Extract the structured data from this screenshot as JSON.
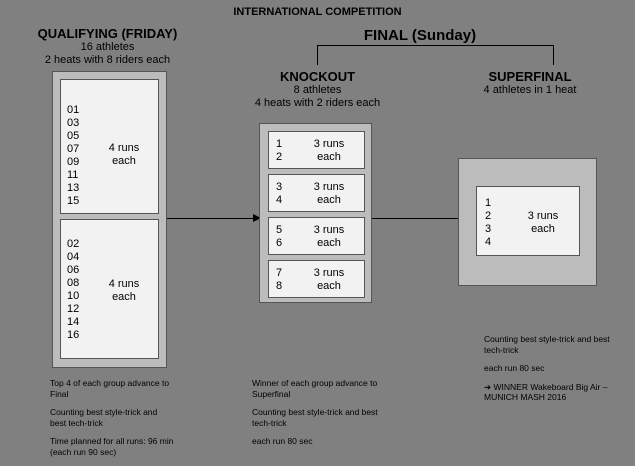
{
  "title": "INTERNATIONAL COMPETITION",
  "qualifying": {
    "heading": "QUALIFYING (FRIDAY)",
    "athletes": "16 athletes",
    "heats": "2 heats with 8 riders each",
    "group1": {
      "riders": "01\n03\n05\n07\n09\n11\n13\n15",
      "runs": "4 runs\neach"
    },
    "group2": {
      "riders": "02\n04\n06\n08\n10\n12\n14\n16",
      "runs": "4 runs\neach"
    },
    "notes": [
      "Top 4 of each group advance to\nFinal",
      "Counting best style-trick and\nbest tech-trick",
      "Time planned for all runs: 96 min\n(each  run 90 sec)"
    ]
  },
  "final": {
    "heading": "FINAL (Sunday)"
  },
  "knockout": {
    "heading": "KNOCKOUT",
    "athletes": "8 athletes",
    "heats": "4 heats with 2 riders each",
    "heat_list": [
      {
        "riders": "1\n2",
        "runs": "3 runs\neach"
      },
      {
        "riders": "3\n4",
        "runs": "3 runs\neach"
      },
      {
        "riders": "5\n6",
        "runs": "3 runs\neach"
      },
      {
        "riders": "7\n8",
        "runs": "3 runs\neach"
      }
    ],
    "notes": [
      "Winner of each group advance to\nSuperfinal",
      "Counting best style-trick and best\ntech-trick",
      "each run 80 sec"
    ]
  },
  "superfinal": {
    "heading": "SUPERFINAL",
    "athletes": "4 athletes in 1 heat",
    "riders": "1\n2\n3\n4",
    "runs": "3 runs\neach",
    "notes": [
      "Counting best style-trick and best\ntech-trick",
      "each run 80 sec",
      "➔ WINNER Wakeboard Big Air –\nMUNICH MASH 2016"
    ]
  }
}
